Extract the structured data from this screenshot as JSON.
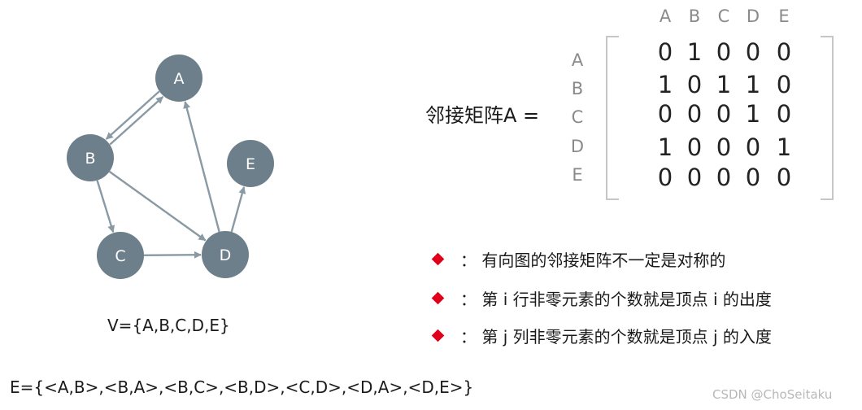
{
  "graph": {
    "nodes": [
      "A",
      "B",
      "C",
      "D",
      "E"
    ],
    "edges": [
      [
        "A",
        "B"
      ],
      [
        "B",
        "A"
      ],
      [
        "B",
        "C"
      ],
      [
        "B",
        "D"
      ],
      [
        "C",
        "D"
      ],
      [
        "D",
        "A"
      ],
      [
        "D",
        "E"
      ]
    ],
    "node_color": "#6d7f8a",
    "edge_color": "#8a9aa4"
  },
  "vertex_set": "V={A,B,C,D,E}",
  "edge_set": "E={<A,B>,<B,A>,<B,C>,<B,D>,<C,D>,<D,A>,<D,E>}",
  "matrix": {
    "title": "邻接矩阵A =",
    "col_labels": [
      "A",
      "B",
      "C",
      "D",
      "E"
    ],
    "row_labels": [
      "A",
      "B",
      "C",
      "D",
      "E"
    ],
    "rows": [
      [
        "0",
        "1",
        "0",
        "0",
        "0"
      ],
      [
        "1",
        "0",
        "1",
        "1",
        "0"
      ],
      [
        "0",
        "0",
        "0",
        "1",
        "0"
      ],
      [
        "1",
        "0",
        "0",
        "0",
        "1"
      ],
      [
        "0",
        "0",
        "0",
        "0",
        "0"
      ]
    ]
  },
  "notes": [
    "：  有向图的邻接矩阵不一定是对称的",
    "：  第 i 行非零元素的个数就是顶点 i 的出度",
    "：  第 j 列非零元素的个数就是顶点 j 的入度"
  ],
  "bullet_color": "#e0001b",
  "watermark": "CSDN @ChoSeitaku"
}
